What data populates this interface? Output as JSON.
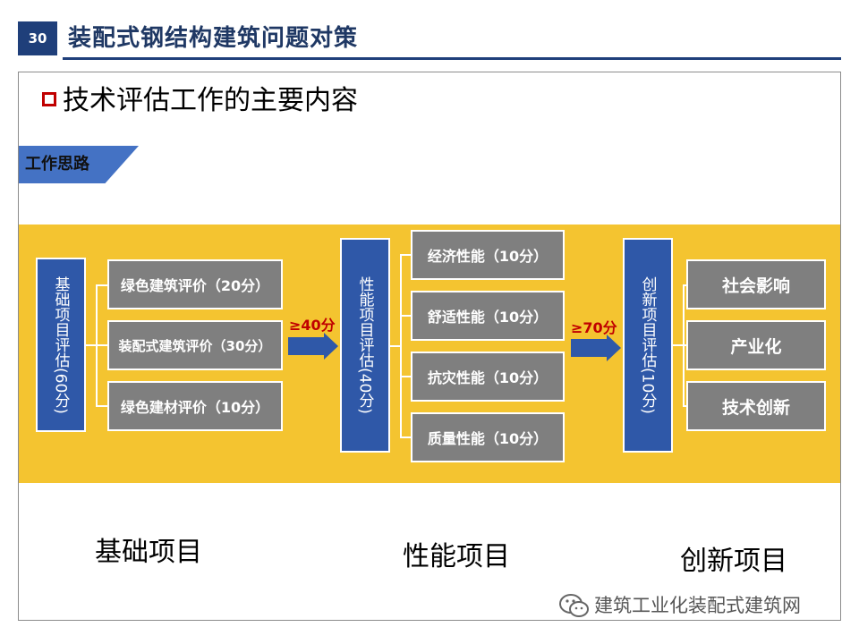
{
  "header": {
    "page_number": "30",
    "title": "装配式钢结构建筑问题对策"
  },
  "subtitle": "技术评估工作的主要内容",
  "section_tab": "工作思路",
  "flow": {
    "basic": {
      "title": "基础项目评估(60分)",
      "items": [
        "绿色建筑评价（20分）",
        "装配式建筑评价（30分）",
        "绿色建材评价（10分）"
      ]
    },
    "arrow1": "≥40分",
    "performance": {
      "title": "性能项目评估(40分)",
      "items": [
        "经济性能（10分）",
        "舒适性能（10分）",
        "抗灾性能（10分）",
        "质量性能（10分）"
      ]
    },
    "arrow2": "≥70分",
    "innovation": {
      "title": "创新项目评估(10分)",
      "items": [
        "社会影响",
        "产业化",
        "技术创新"
      ]
    }
  },
  "bottom_labels": [
    "基础项目",
    "性能项目",
    "创新项目"
  ],
  "watermark": "建筑工业化装配式建筑网",
  "colors": {
    "navy": "#1f3f7a",
    "box_blue": "#2f58a8",
    "band_yellow": "#f4c430",
    "box_gray": "#7f7f7f",
    "accent_red": "#c00000"
  }
}
